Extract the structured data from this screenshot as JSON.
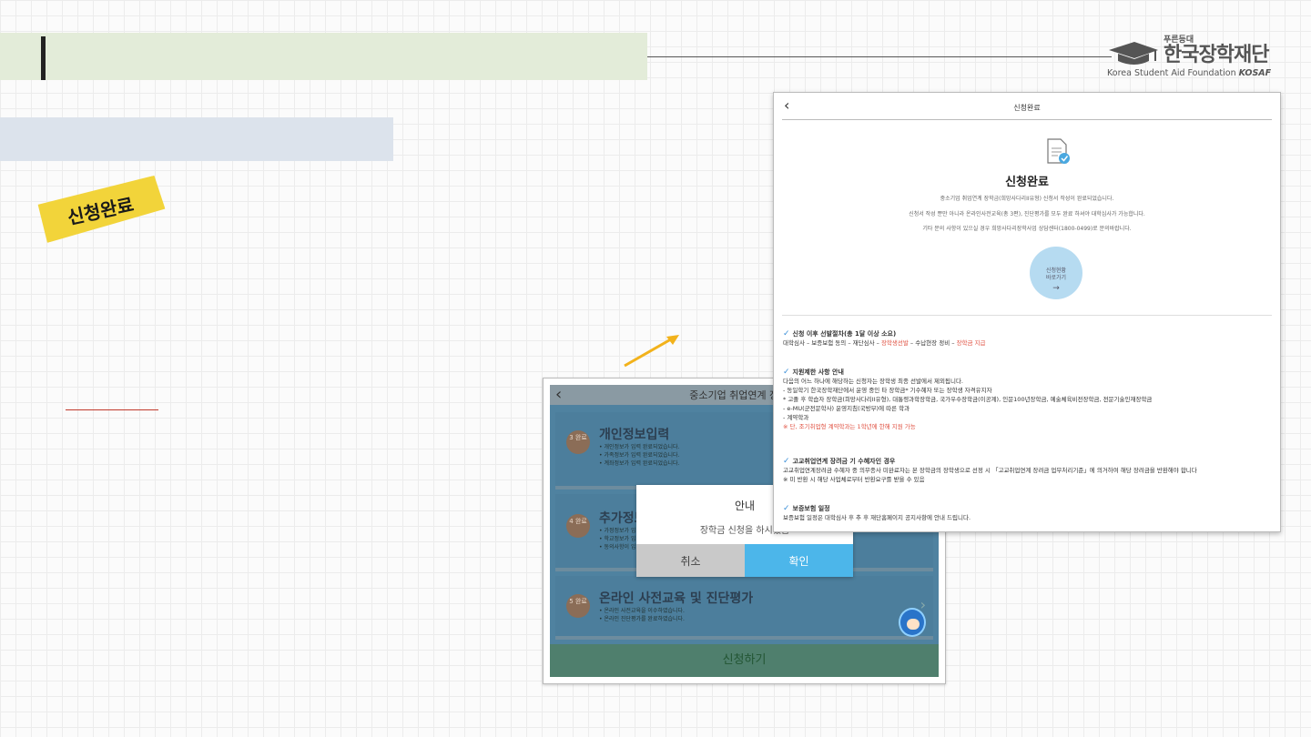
{
  "logo": {
    "sub": "푸른등대",
    "name": "한국장학재단",
    "english_prefix": "Korea Student Aid Foundation ",
    "english_suffix": "KOSAF"
  },
  "tag": "신청완료",
  "mobile": {
    "title": "중소기업 취업연계 장학",
    "steps": [
      {
        "badge": "3 완료",
        "title": "개인정보입력",
        "lines": [
          "• 개인정보가 입력 완료되었습니다.",
          "• 가족정보가 입력 완료되었습니다.",
          "• 계좌정보가 입력 완료되었습니다."
        ]
      },
      {
        "badge": "4 완료",
        "title": "추가정보입력",
        "lines": [
          "• 가정정보가 입",
          "• 학교정보가 입",
          "• 동의사항이 입"
        ]
      },
      {
        "badge": "5 완료",
        "title": "온라인 사전교육 및 진단평가",
        "lines": [
          "• 온라인 사전교육을 이수하였습니다.",
          "• 온라인 진단평가를 완료하였습니다."
        ]
      }
    ],
    "apply_label": "신청하기"
  },
  "dialog": {
    "title": "안내",
    "message": "장학금 신청을 하시겠습",
    "cancel": "취소",
    "confirm": "확인"
  },
  "complete": {
    "header_title": "신청완료",
    "heading": "신청완료",
    "line1": "중소기업 취업연계 장학금(희망사다리II유형) 신청서 작성이 완료되었습니다.",
    "line2": "신청서 작성 뿐만 아니라 온라인사전교육(총 3편), 진단평가를 모두 완료 하셔야 대학심사가 가능합니다.",
    "line3": "기타 문의 사항이 있으실 경우 희망사다리장학사업 상담센터(1800-0499)로 문의바랍니다.",
    "status_button": [
      "신청현황",
      "바로가기",
      "→"
    ],
    "sections": {
      "s1_title": "신청 이후 선발절차(총 1달 이상 소요)",
      "s1_text_a": "대학심사 – 보증보험 동의 – 재단심사 – ",
      "s1_text_red1": "장학생선발",
      "s1_text_b": " – 수납현장 정비 – ",
      "s1_text_red2": "장학금 지급",
      "s2_title": "지원제한 사항 안내",
      "s2_lines": [
        "다음의 어느 하나에 해당하는 신청자는 장학생 최종 선발에서 제외됩니다.",
        "- 동일학기 한국장학재단에서 운영 중인 타 장학금* 기수혜자 또는 장학생 자격유지자",
        "* 고졸 후 학습자 장학금(희망사다리II유형), 대통령과학장학금, 국가우수장학금(이공계), 인문100년장학금, 예술체육비전장학금, 전문기술인재장학금",
        "- e-MU(군전문학사) 운영지침(국방부)에 따른 학과",
        "- 계약학과"
      ],
      "s2_red": "※ 단, 조기취업형 계약학과는 1학년에 한해 지원 가능",
      "s3_title": "고교취업연계 장려금 기 수혜자인 경우",
      "s3_lines": [
        "고교취업연계장려금 수혜자 중 의무종사 미완료자는 본 장학금의 장학생으로 선정 시 「고교취업연계 장려금 업무처리기준」에 의거하여 해당 장려금을 반환해야 합니다",
        "※ 미 반환 시 해당 사업체로부터 반환요구를 받을 수 있음"
      ],
      "s4_title": "보증보험 일정",
      "s4_line": "보증보험 일정은 대학심사 후 추 후 재단홈페이지 공지사항에 안내 드립니다."
    }
  }
}
